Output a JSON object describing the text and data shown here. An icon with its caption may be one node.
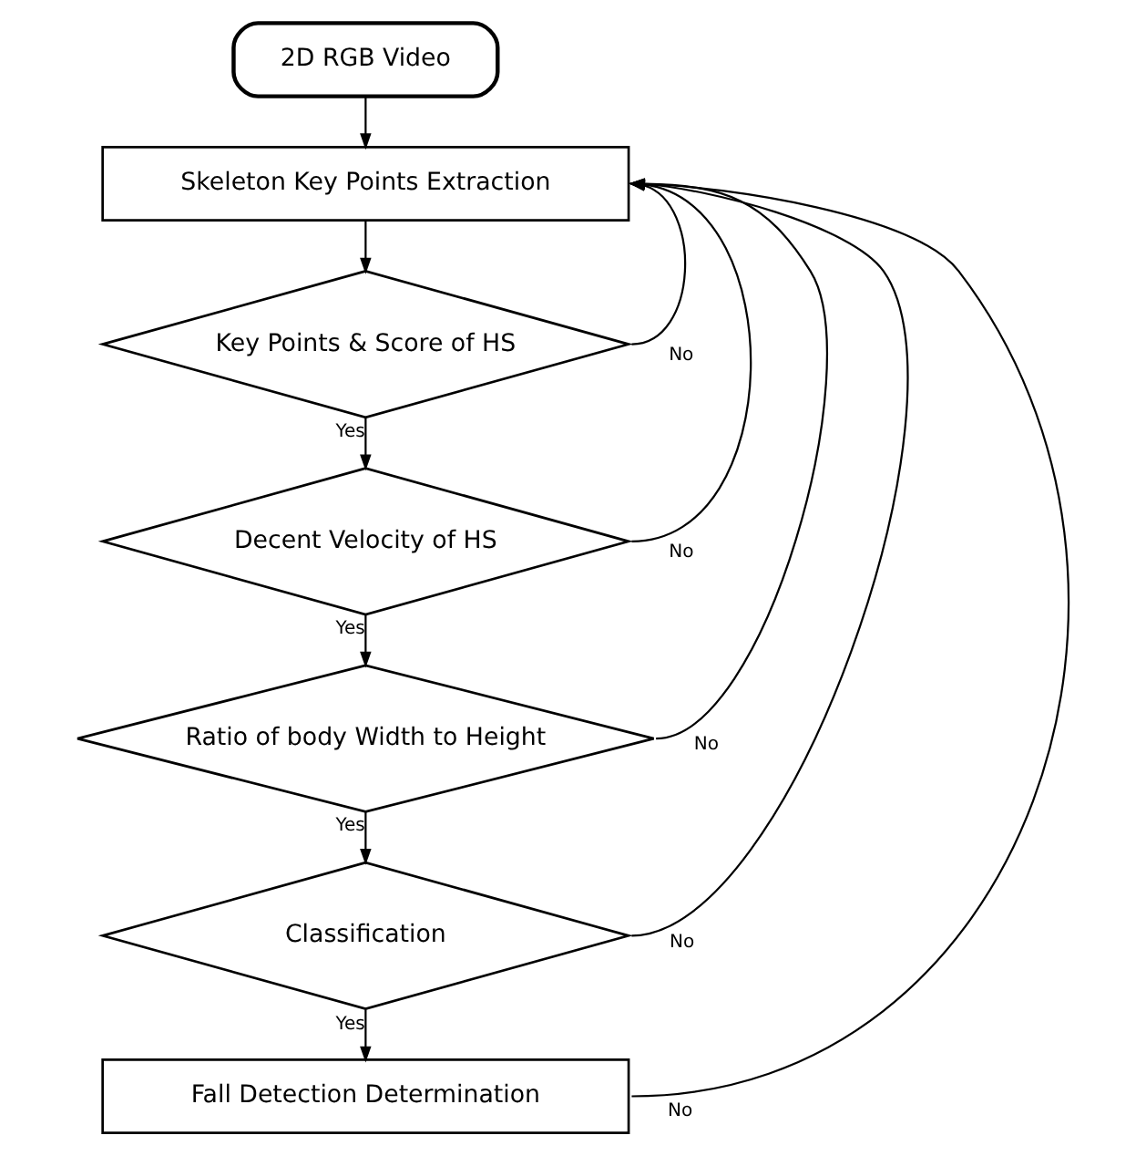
{
  "diagram": {
    "nodes": [
      {
        "text": [
          "2D RGB Video"
        ]
      },
      {
        "text": [
          "Skeleton Key Points Extraction"
        ]
      },
      {
        "text": [
          "Key Points & Score of HS"
        ]
      },
      {
        "text": [
          "Decent Velocity of HS"
        ]
      },
      {
        "text": [
          "Ratio of body Width to Height"
        ]
      },
      {
        "text": [
          "Classification"
        ]
      },
      {
        "text": [
          "Fall Detection Determination"
        ]
      }
    ],
    "edges": [
      {
        "from": 0,
        "to": 1,
        "arrow": "to"
      },
      {
        "from": 1,
        "to": 2,
        "arrow": "to"
      },
      {
        "from": 2,
        "to": 3,
        "arrow": "to",
        "label": "Yes"
      },
      {
        "from": 3,
        "to": 4,
        "arrow": "to",
        "label": "Yes"
      },
      {
        "from": 4,
        "to": 5,
        "arrow": "to",
        "label": "Yes"
      },
      {
        "from": 5,
        "to": 6,
        "arrow": "to",
        "label": "Yes"
      },
      {
        "from": 2,
        "to": 1,
        "arrow": "to",
        "label": "No"
      },
      {
        "from": 3,
        "to": 1,
        "arrow": "to",
        "label": "No"
      },
      {
        "from": 4,
        "to": 1,
        "arrow": "to",
        "label": "No"
      },
      {
        "from": 5,
        "to": 1,
        "arrow": "to",
        "label": "No"
      },
      {
        "from": 6,
        "to": 1,
        "arrow": "to",
        "label": "No"
      }
    ]
  }
}
